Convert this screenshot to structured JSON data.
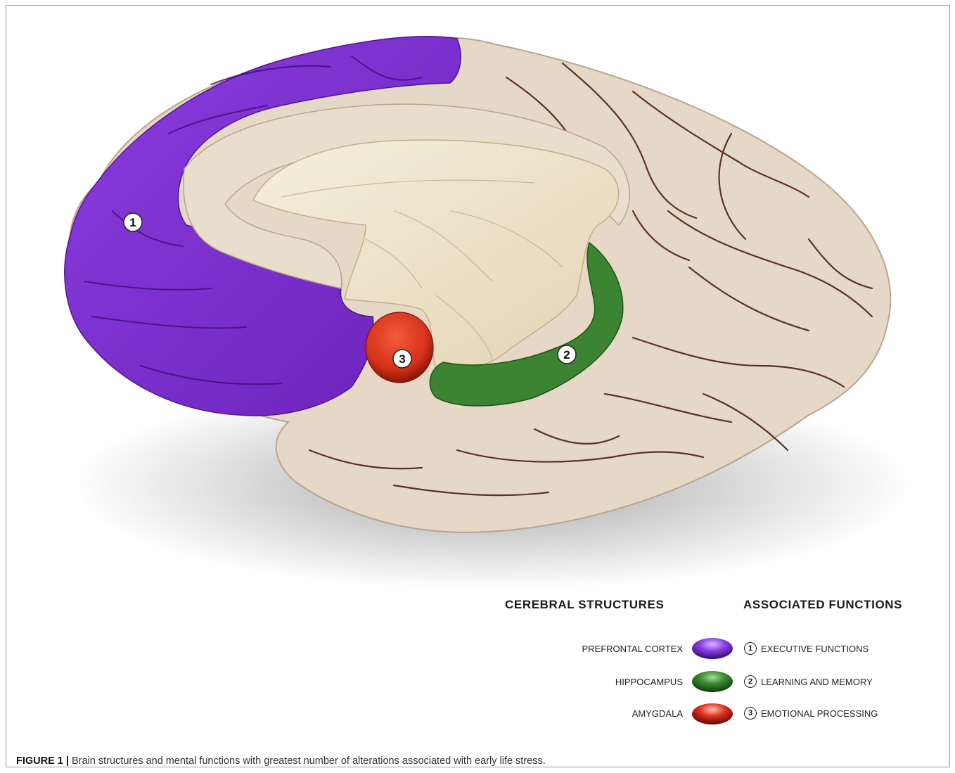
{
  "figure": {
    "caption_label": "FIGURE 1 |",
    "caption_text": " Brain structures and mental functions with greatest number of alterations associated with early life stress."
  },
  "diagram": {
    "region_markers": [
      "1",
      "2",
      "3"
    ],
    "colors": {
      "cortex": "#e6d8c6",
      "prefrontal": "#7a2fc9",
      "hippocampus": "#2e7d24",
      "amygdala": "#d6321a"
    }
  },
  "legend": {
    "structures_heading": "CEREBRAL STRUCTURES",
    "functions_heading": "ASSOCIATED FUNCTIONS",
    "rows": [
      {
        "structure": "PREFRONTAL CORTEX",
        "number": "1",
        "function": "EXECUTIVE FUNCTIONS",
        "color": "#7a2fc9"
      },
      {
        "structure": "HIPPOCAMPUS",
        "number": "2",
        "function": "LEARNING AND MEMORY",
        "color": "#2e7d24"
      },
      {
        "structure": "AMYGDALA",
        "number": "3",
        "function": "EMOTIONAL PROCESSING",
        "color": "#d6321a"
      }
    ]
  }
}
